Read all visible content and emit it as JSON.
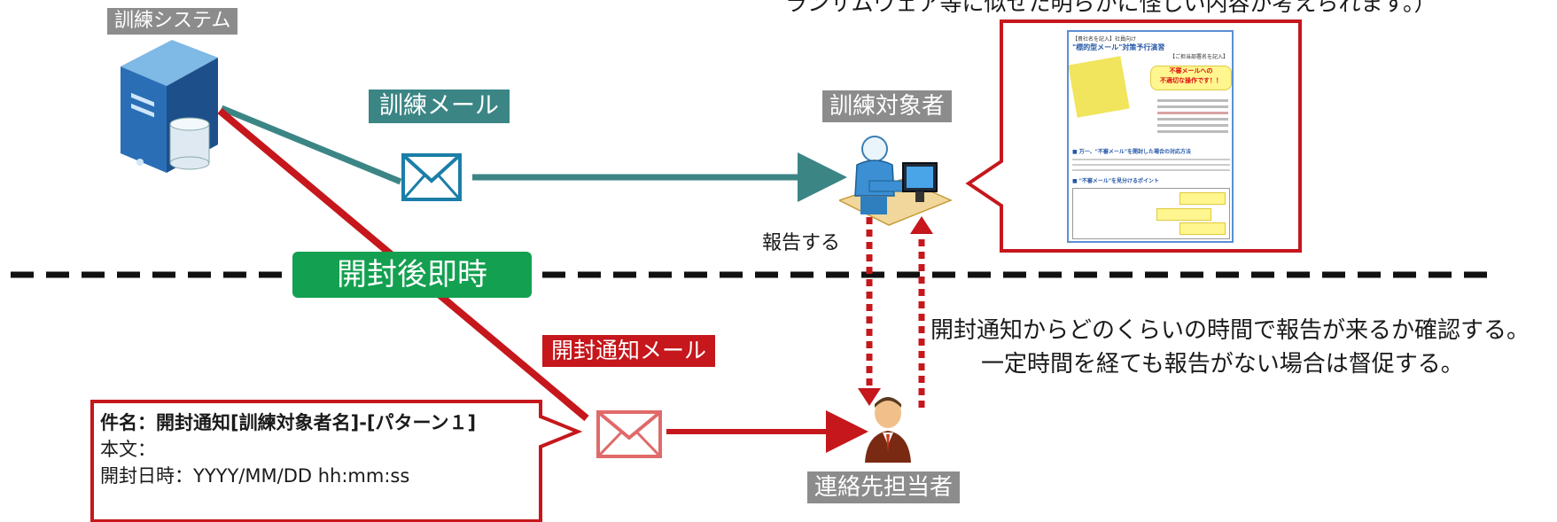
{
  "top_text": "ランサムウェア等に似せた明らかに怪しい内容が考えられます。）",
  "labels": {
    "training_system": "訓練システム",
    "training_mail": "訓練メール",
    "training_target": "訓練対象者",
    "report": "報告する",
    "immediate": "開封後即時",
    "open_notice_mail": "開封通知メール",
    "contact_person": "連絡先担当者"
  },
  "note": {
    "line1": "開封通知からどのくらいの時間で報告が来るか確認する。",
    "line2": "一定時間を経ても報告がない場合は督促する。"
  },
  "mail_callout": {
    "subject": "件名：開封通知[訓練対象者名]-[パターン１]",
    "body_label": "本文：",
    "opened_at": "開封日時：YYYY/MM/DD hh:mm:ss"
  },
  "flyer": {
    "company": "【貴社名を記入】社員向け",
    "title": "\"標的型メール\"対策予行演習",
    "subtitle": "【ご担当部署名を記入】",
    "headline1": "不審メールへの",
    "headline2": "不適切な操作です！！",
    "section1": "■ 万一、\"不審メール\"を開封した場合の対応方法",
    "section2": "■ \"不審メール\"を見分けるポイント"
  },
  "colors": {
    "teal": "#3c8585",
    "red": "#c5171c",
    "green": "#13a050",
    "gray": "#8c8c8c"
  }
}
